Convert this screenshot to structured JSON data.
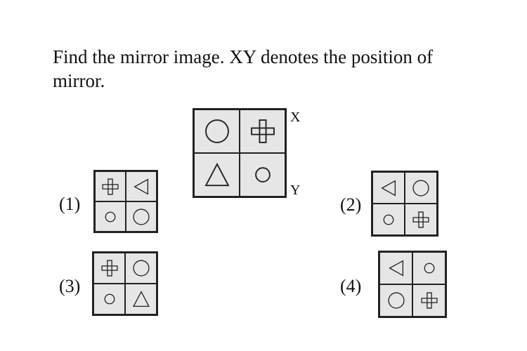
{
  "question": {
    "line1": "Find the mirror image. XY denotes the position of",
    "line2": "mirror."
  },
  "mirror": {
    "x_label": "X",
    "y_label": "Y"
  },
  "problem_figure": {
    "cells": [
      "big-circle",
      "plus",
      "triangle-up",
      "small-circle"
    ]
  },
  "options": [
    {
      "label": "(1)",
      "cells": [
        "plus",
        "triangle-left",
        "small-circle",
        "big-circle"
      ]
    },
    {
      "label": "(2)",
      "cells": [
        "triangle-left",
        "big-circle",
        "small-circle",
        "plus"
      ]
    },
    {
      "label": "(3)",
      "cells": [
        "plus",
        "big-circle",
        "small-circle",
        "triangle-up"
      ]
    },
    {
      "label": "(4)",
      "cells": [
        "triangle-left",
        "small-circle",
        "big-circle",
        "plus"
      ]
    }
  ],
  "colors": {
    "cell_fill": "#e6e6e6",
    "stroke": "#222222"
  }
}
